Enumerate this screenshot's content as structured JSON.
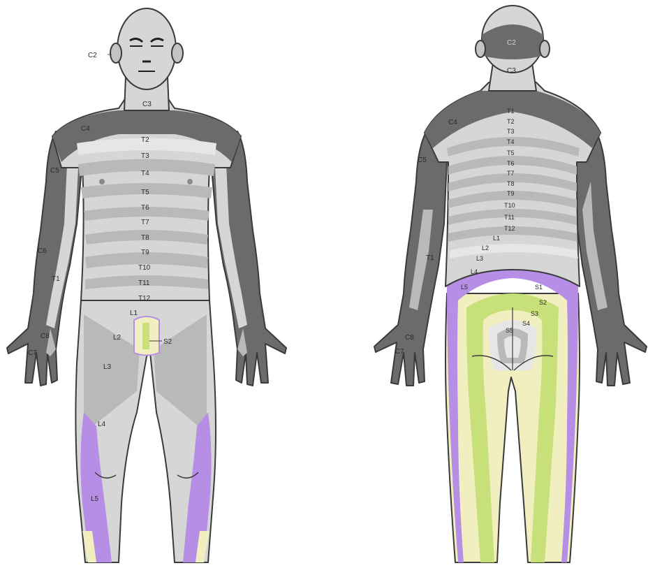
{
  "colors": {
    "background": "#ffffff",
    "skin_light": "#d6d6d6",
    "band_light": "#e6e6e6",
    "band_mid": "#b9b9b9",
    "band_dark": "#6b6b6b",
    "outline": "#3a3a3a",
    "sacral_purple": "#b68ee6",
    "sacral_green": "#c8e07a",
    "sacral_cream": "#f1efbf"
  },
  "front": {
    "labels": {
      "c2": "C2",
      "c3": "C3",
      "c4": "C4",
      "c5": "C5",
      "c6": "C6",
      "c7": "C7",
      "c8": "C8",
      "t1": "T1",
      "t2": "T2",
      "t3": "T3",
      "t4": "T4",
      "t5": "T5",
      "t6": "T6",
      "t7": "T7",
      "t8": "T8",
      "t9": "T9",
      "t10": "T10",
      "t11": "T11",
      "t12": "T12",
      "l1": "L1",
      "l2": "L2",
      "l3": "L3",
      "l4": "L4",
      "l5": "L5",
      "s2": "S2"
    }
  },
  "back": {
    "labels": {
      "c2": "C2",
      "c3": "C3",
      "c4": "C4",
      "c5": "C5",
      "c7": "C7",
      "c8": "C8",
      "t1": "T1",
      "t2": "T2",
      "t3": "T3",
      "t4": "T4",
      "t5": "T5",
      "t6": "T6",
      "t7": "T7",
      "t8": "T8",
      "t9": "T9",
      "t10": "T10",
      "t11": "T11",
      "t12": "T12",
      "t1_arm": "T1",
      "l1": "L1",
      "l2": "L2",
      "l3": "L3",
      "l4": "L4",
      "l5": "L5",
      "s1": "S1",
      "s2": "S2",
      "s3": "S3",
      "s4": "S4",
      "s5": "S5"
    }
  }
}
